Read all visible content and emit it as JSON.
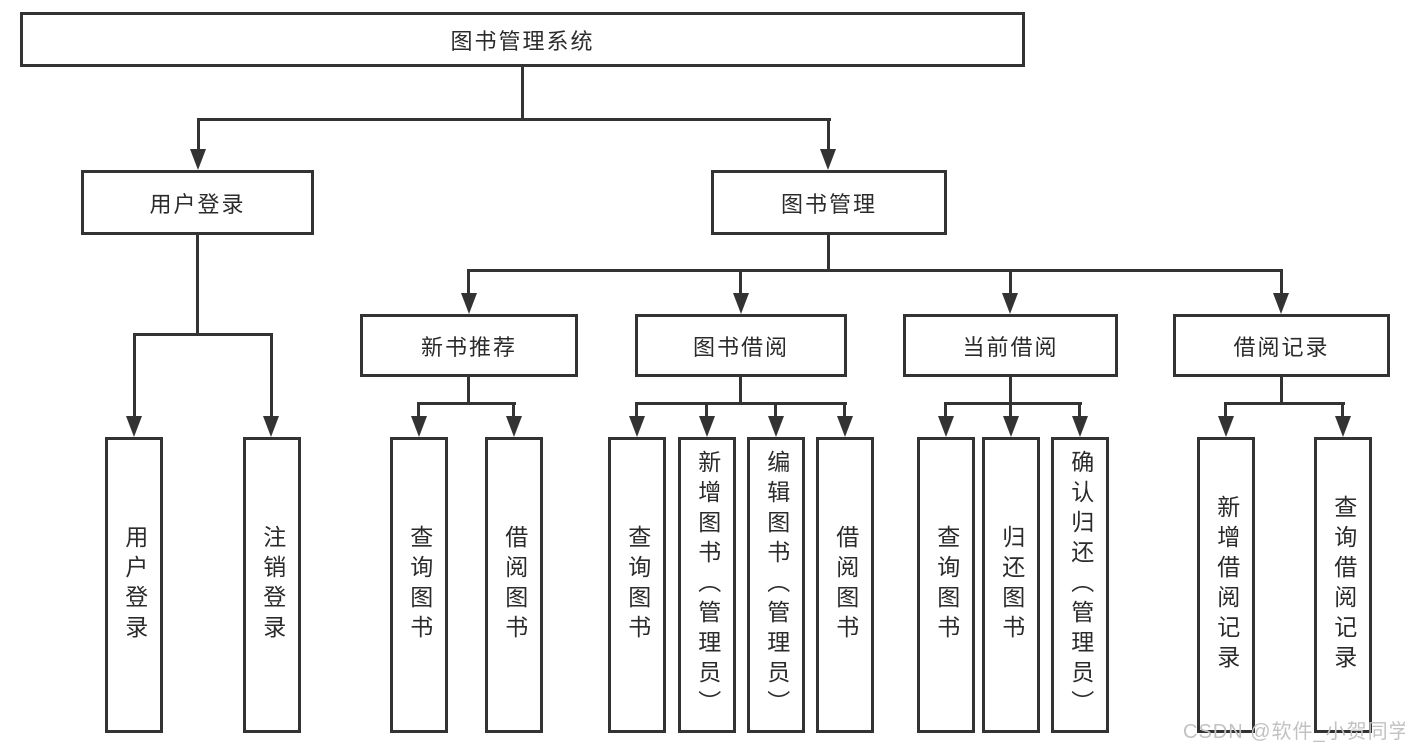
{
  "diagram": {
    "root": {
      "label": "图书管理系统"
    },
    "branches": [
      {
        "label": "用户登录",
        "children": [
          {
            "label": "用户登录"
          },
          {
            "label": "注销登录"
          }
        ]
      },
      {
        "label": "图书管理",
        "children": [
          {
            "label": "新书推荐",
            "children": [
              {
                "label": "查询图书"
              },
              {
                "label": "借阅图书"
              }
            ]
          },
          {
            "label": "图书借阅",
            "children": [
              {
                "label": "查询图书"
              },
              {
                "label": "新增图书（管理员）"
              },
              {
                "label": "编辑图书（管理员）"
              },
              {
                "label": "借阅图书"
              }
            ]
          },
          {
            "label": "当前借阅",
            "children": [
              {
                "label": "查询图书"
              },
              {
                "label": "归还图书"
              },
              {
                "label": "确认归还（管理员）"
              }
            ]
          },
          {
            "label": "借阅记录",
            "children": [
              {
                "label": "新增借阅记录"
              },
              {
                "label": "查询借阅记录"
              }
            ]
          }
        ]
      }
    ]
  },
  "watermark": {
    "text": "CSDN @软件_小贺同学"
  },
  "colors": {
    "line": "#333333",
    "text": "#2b2b2b",
    "background": "#ffffff",
    "watermark": "#c2c2c2"
  }
}
